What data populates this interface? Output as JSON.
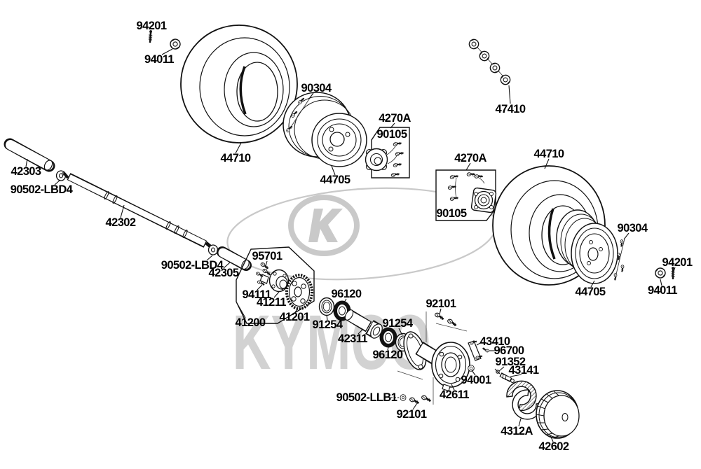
{
  "watermark": {
    "brand": "KYMCO"
  },
  "labels": [
    {
      "part": "94201"
    },
    {
      "part": "94011"
    },
    {
      "part": "44710"
    },
    {
      "part": "90304"
    },
    {
      "part": "44705"
    },
    {
      "part": "4270A"
    },
    {
      "part": "90105"
    },
    {
      "part": "47410"
    },
    {
      "part": "42303"
    },
    {
      "part": "90502-LBD4"
    },
    {
      "part": "42302"
    },
    {
      "part": "90502-LBD4"
    },
    {
      "part": "42305"
    },
    {
      "part": "95701"
    },
    {
      "part": "94111"
    },
    {
      "part": "41211"
    },
    {
      "part": "41200"
    },
    {
      "part": "41201"
    },
    {
      "part": "96120"
    },
    {
      "part": "91254"
    },
    {
      "part": "42311"
    },
    {
      "part": "91254"
    },
    {
      "part": "96120"
    },
    {
      "part": "92101"
    },
    {
      "part": "43410"
    },
    {
      "part": "96700"
    },
    {
      "part": "91352"
    },
    {
      "part": "43141"
    },
    {
      "part": "94001"
    },
    {
      "part": "42611"
    },
    {
      "part": "90502-LLB1"
    },
    {
      "part": "92101"
    },
    {
      "part": "4312A"
    },
    {
      "part": "42602"
    },
    {
      "part": "4270A"
    },
    {
      "part": "90105"
    },
    {
      "part": "44710"
    },
    {
      "part": "90304"
    },
    {
      "part": "44705"
    },
    {
      "part": "94201"
    },
    {
      "part": "94011"
    }
  ]
}
